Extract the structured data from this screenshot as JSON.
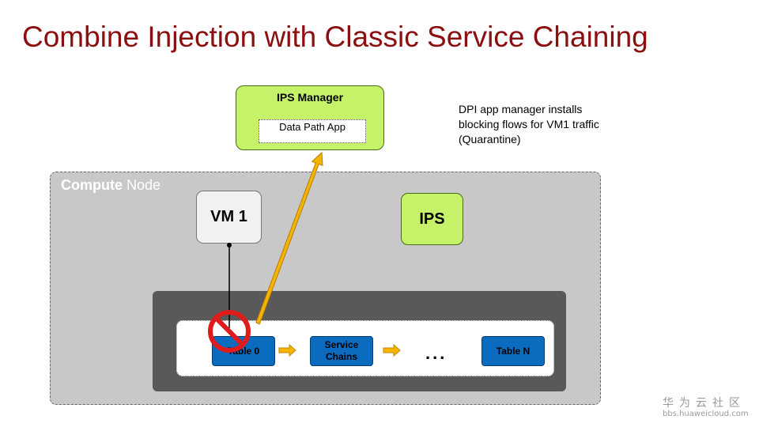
{
  "title": "Combine Injection with Classic Service Chaining",
  "ips_manager": {
    "title": "IPS Manager",
    "app_label": "Data Path App",
    "color": "#c6f26a"
  },
  "note": "DPI app manager installs blocking flows for VM1 traffic (Quarantine)",
  "compute_node": {
    "label_bold": "Compute",
    "label_rest": " Node"
  },
  "vm": {
    "label": "VM 1"
  },
  "ips": {
    "label": "IPS",
    "color": "#c6f26a"
  },
  "pipeline": {
    "table0": "Table 0",
    "service_chains": {
      "line1": "Service",
      "line2": "Chains"
    },
    "ellipsis": "...",
    "tableN": "Table N",
    "table_color": "#0b6bbf"
  },
  "icons": {
    "block": "prohibited-sign-icon",
    "flow_arrow": "orange-arrow-icon"
  },
  "watermark": {
    "cn": "华为云社区",
    "url": "bbs.huaweicloud.com"
  }
}
